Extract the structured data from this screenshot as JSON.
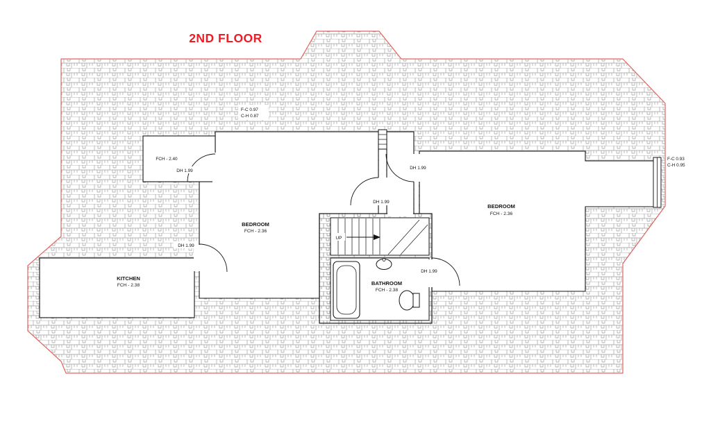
{
  "title": "2ND FLOOR",
  "colors": {
    "title_red": "#ee1c25",
    "outline_red": "#e0655e",
    "hatch_gray": "#9a9a9a",
    "wall_black": "#141414"
  },
  "rooms": {
    "closet": {
      "height_label": "FCH - 2.40"
    },
    "bedroom_left": {
      "name": "BEDROOM",
      "height_label": "FCH - 2.36"
    },
    "bedroom_right": {
      "name": "BEDROOM",
      "height_label": "FCH - 2.36"
    },
    "kitchen": {
      "name": "KITCHEN",
      "height_label": "FCH - 2.38"
    },
    "bathroom": {
      "name": "BATHROOM",
      "height_label": "FCH - 2.38"
    }
  },
  "stairs": {
    "direction_label": "UP"
  },
  "door_labels": {
    "closet_door": "DH 1.99",
    "bedroom_left_door": "DH 1.99",
    "bedroom_right_door": "DH 1.99",
    "kitchen_door": "DH 1.99",
    "bathroom_door": "DH 1.99"
  },
  "height_notes": {
    "top_dormer": {
      "line1": "F-C 0.97",
      "line2": "C-H 0.87"
    },
    "right_window": {
      "line1": "F-C 0.93",
      "line2": "C-H 0.95"
    }
  }
}
